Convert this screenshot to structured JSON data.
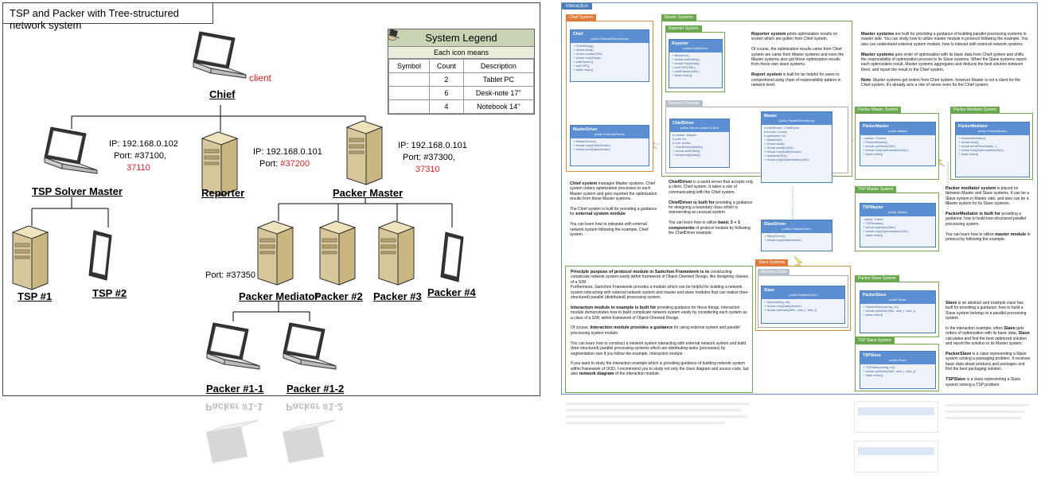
{
  "left": {
    "title": "TSP and Packer with Tree-structured network system",
    "client_label": "client",
    "nodes": {
      "chief": "Chief",
      "tsp_solver_master": "TSP Solver Master",
      "reporter": "Reporter",
      "packer_master": "Packer Master",
      "tsp1": "TSP #1",
      "tsp2": "TSP #2",
      "packer_mediator": "Packer Mediator",
      "packer2": "Packer #2",
      "packer3": "Packer #3",
      "packer4": "Packer #4",
      "packer1_1": "Packer #1-1",
      "packer1_2": "Packer #1-2"
    },
    "ips": {
      "tsp_ip": "IP: 192.168.0.102",
      "tsp_port": "Port: #37100,",
      "tsp_port2": "37110",
      "rep_ip": "IP: 192.168.0.101",
      "rep_port": "Port: ",
      "rep_port2": "#37200",
      "pack_ip": "IP: 192.168.0.101",
      "pack_port": "Port: #37300,",
      "pack_port2": "37310",
      "mediator_port": "Port: #37350"
    },
    "legend": {
      "title": "System Legend",
      "subtitle": "Each icon means",
      "headers": [
        "Symbol",
        "Count",
        "Description"
      ],
      "rows": [
        {
          "count": "2",
          "desc": "Tablet PC"
        },
        {
          "count": "6",
          "desc": "Desk-note 17''"
        },
        {
          "count": "4",
          "desc": "Notebook 14''"
        }
      ]
    },
    "reflection": {
      "a": "Packer #1-1",
      "b": "Packer #1-2"
    }
  },
  "right": {
    "tab": "Interaction",
    "packages": {
      "chief": "Chief System",
      "master": "Master Systems",
      "reporter": "Reporter System",
      "abstract": "Abstract Package",
      "packer_master": "Packer Master System",
      "packer_mediator": "Packer Mediator System",
      "tsp_master": "TSP Master System",
      "slave": "Slave Systems",
      "abstract_class": "Abstract Class",
      "packer_slave": "Packer Slave System",
      "tsp_slave": "TSP Slave System"
    },
    "classes": {
      "chief": "Chief",
      "chief_sub": "public ExternalServerArray",
      "master_driver": "MasterDriver",
      "master_driver_sub": "public ExternalServer",
      "reporter": "Reporter",
      "reporter_sub": "public ChiefDriver",
      "chief_driver": "ChiefDriver",
      "chief_driver_sub": "public Server, public IClient",
      "master": "Master",
      "master_sub": "public ParallelClientArray",
      "slave_driver": "SlaveDriver",
      "slave_driver_sub": "public ParallelClient",
      "packer_master": "PackerMaster",
      "packer_master_sub": "public Master",
      "packer_mediator": "PackerMediator",
      "packer_mediator_sub": "public PackerMaster",
      "tsp_master": "TSPMaster",
      "tsp_master_sub": "public Master",
      "slave": "Slave",
      "slave_sub": "public ParallelClient",
      "packer_slave": "PackerSlave",
      "packer_slave_sub": "public Slave",
      "tsp_slave": "TSPSlave",
      "tsp_slave_sub": "public Slave"
    },
    "texts": {
      "reporter_bold": "Reporter system",
      "reporter_t": " prints optimization results on screen which are gotten from Chief system.",
      "reporter_t2": "Of course, the optimization results came from Chief system are came from Master systems and even the Master systems also got those optimization results from those own slave systems.",
      "reporter_bold2": "Report system",
      "reporter_t3": " is built for be helpful for users to comprehend using chain of responsibility pattern in network level.",
      "master_bold": "Master systems",
      "master_t": " are built for providing a guidance of building parallel processing systems in master side. You can study how to utilize master module in protocol following the example. You also can understand external system module; how to interact with external network systems.",
      "master_bold2": "Master systems",
      "master_t2": " gets order of optimization with its basic data from Chief system and shifts the responsibility of optimization process to its Slave systems. When the Slave systems report each optimization result, Master systems aggregates and deducts the best solution between them, and report the result to the Chief system.",
      "note_bold": "Note",
      "note_t": ": Master systems get orders from Chief system, however Master is not a client for the Chief system. It's already acts a role of server even for the Chief system.",
      "chief_bold": "Chief system",
      "chief_t": " manages Master systems. Chief system orders optimization processes to each Master system and gets reported the optimization results from those Master systems.",
      "chief_t2": "The Chief system is built for providing a guidance for ",
      "chief_bold2": "external system module",
      "chief_t3": "You can learn how to integrate with external network system following the example, Chief system.",
      "cd_bold": "ChiefDriver",
      "cd_t": " is a weird server that accepts only a client, Chief system. It takes a role of communicating with the Chief system.",
      "cd_bold2": "ChiefDriver is built for",
      "cd_t2": " providing a guidance for designing a boundary class which is representing an unusual system.",
      "cd_t3": "You can learn how to utilize ",
      "cd_bold3": "basic 3 + 1 components",
      "cd_t4": " of protocol module by following the ChiefDriver example.",
      "med_bold": "Packer mediator system",
      "med_t": " is placed on between Master and Slave systems. It can be a Slave system in Master side, and also can be a Master system for its Slave systems.",
      "med_bold2": "PackerMediator is built for",
      "med_t2": " providing a guidance; how to build tree-structured parallel processing system.",
      "med_t3": "You can learn how to utilize ",
      "med_bold3": "master module",
      "med_t4": " in protocol by following the example.",
      "principle_bold": "Principle purpose of protocol module in Samchon Framework is to",
      "principle_t": " constructing complicate network system easily within framework of Object Oriented Design, like designing classes of a S/W.",
      "principle_t2": "Furthermore, Samchon Framework provides a module which can be helpful for building a network system interacting with external network system and master and slave modules that can realize (tree-structured) parallel (distributed) processing system.",
      "interaction_bold": "Interaction module in example is built for",
      "interaction_t": " providing guidance for these things. Interaction module demonstrates how to build complicate network system easily by considering each system as a class of a S/W, within framework of Object-Oriented Design.",
      "interaction_t2": "Of course, ",
      "interaction_bold2": "Interaction module provides a guidance",
      "interaction_t3": " for using external system and parallel processing system module.",
      "interaction_t4": "You can learn how to construct a network system interacting with external network system and build (tree-structured) parallel processing systems which are distributing tasks (processes) by segmentation size if you follow the example, Interaction module.",
      "interaction_t5": "If you want to study the interaction example which is providing guidance of building network system within framework of OOD, I recommend you to study not only the class diagram and source code, but also ",
      "interaction_bold3": "network diagram",
      "interaction_t6": " of the interaction module.",
      "slave_bold": "Slave",
      "slave_t": " is an abstract and example class has built for providing a guidance; how to build a Slave system belongs to a parallel processing system.",
      "slave_t2": "In the interaction example, when ",
      "slave_bold2": "Slave",
      "slave_t3": " gets orders of optimization with its basic data, ",
      "slave_bold3": "Slave",
      "slave_t4": " calculates and find the best optimized solution and report the solution to its Master system.",
      "ps_bold": "PackerSlave",
      "ps_t": " is a class representing a Slave system solving a packaging problem. It receives basic data about products and packages and find the best packaging solution.",
      "ts_bold": "TSPSlave",
      "ts_t": " is a class representing a Slave system solving a TSP problem."
    }
  },
  "colors": {
    "red": "#e02020",
    "legend_header": "#c9d4b5",
    "orange_pkg": "#e07b39",
    "green_pkg": "#6aa84f",
    "class_blue": "#5b8fd1"
  }
}
